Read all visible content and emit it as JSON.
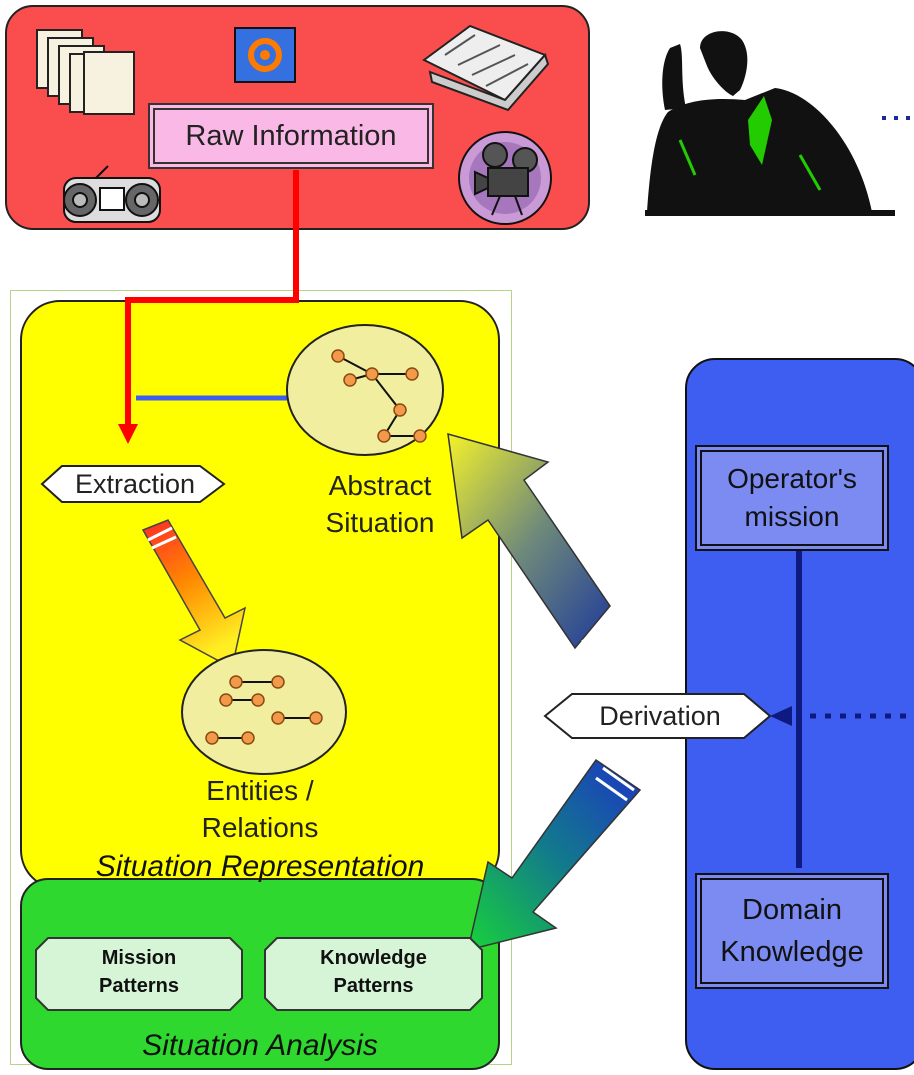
{
  "raw_information": {
    "label": "Raw Information"
  },
  "situation_representation": {
    "extraction": "Extraction",
    "abstract_situation": [
      "Abstract",
      "Situation"
    ],
    "entities_relations": [
      "Entities /",
      "Relations"
    ],
    "caption": "Situation Representation"
  },
  "situation_analysis": {
    "mission_patterns": [
      "Mission",
      "Patterns"
    ],
    "knowledge_patterns": [
      "Knowledge",
      "Patterns"
    ],
    "caption": "Situation Analysis"
  },
  "operator_side": {
    "operators_mission": [
      "Operator's",
      "mission"
    ],
    "domain_knowledge": [
      "Domain",
      "Knowledge"
    ]
  },
  "derivation": {
    "label": "Derivation"
  },
  "colors": {
    "raw_panel": "#fa4e4e",
    "representation_panel": "#ffff00",
    "analysis_panel": "#2ed82e",
    "operator_panel": "#3d5ef0",
    "flow_line": "#ff0000"
  },
  "icons": [
    "documents-icon",
    "email-icon",
    "newspaper-icon",
    "radio-icon",
    "video-camera-icon",
    "operator-person-icon"
  ]
}
